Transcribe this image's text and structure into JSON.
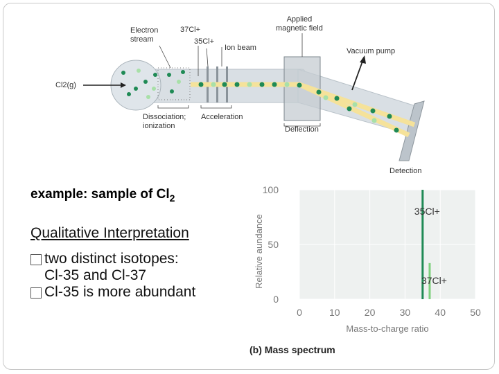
{
  "diagram": {
    "labels": {
      "electron_stream": "Electron\nstream",
      "cl37": "37Cl+",
      "cl35": "35Cl+",
      "ion_beam": "Ion beam",
      "applied_field": "Applied\nmagnetic field",
      "vacuum_pump": "Vacuum pump",
      "cl2_gas": "Cl2(g)",
      "dissociation": "Dissociation;\nionization",
      "acceleration": "Acceleration",
      "deflection": "Deflection",
      "detection": "Detection"
    }
  },
  "text": {
    "heading": "example: sample of Cl",
    "heading_sub": "2",
    "qualitative_title": "Qualitative Interpretation",
    "bullets": [
      {
        "line1": "two distinct isotopes:",
        "line2": "Cl-35 and Cl-37"
      },
      {
        "line1": "Cl-35 is more abundant"
      }
    ]
  },
  "chart_data": {
    "type": "bar",
    "title": "",
    "caption_label": "(b)",
    "caption": "Mass spectrum",
    "xlabel": "Mass-to-charge ratio",
    "ylabel": "Relative aundance",
    "xlim": [
      0,
      50
    ],
    "ylim": [
      0,
      100
    ],
    "xticks": [
      0,
      10,
      20,
      30,
      40,
      50
    ],
    "yticks": [
      0,
      50,
      100
    ],
    "series": [
      {
        "name": "35Cl+",
        "x": 35,
        "value": 100,
        "color": "#1f8a55"
      },
      {
        "name": "37Cl+",
        "x": 37,
        "value": 33,
        "color": "#7ed07e"
      }
    ]
  },
  "colors": {
    "tube": "#d9dfe4",
    "beam": "#f5e29a",
    "ion_dark": "#1f8a55",
    "ion_light": "#a8e0a8",
    "plot_bg": "#eef1f0",
    "grid": "#ffffff"
  }
}
